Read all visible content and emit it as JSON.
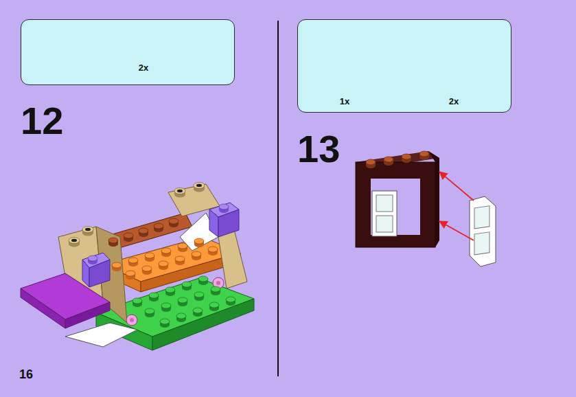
{
  "diagram": {
    "nodes": [
      {
        "text": [
          "2x"
        ]
      },
      {
        "text": [
          "1x",
          "2x"
        ]
      }
    ],
    "labels": [
      "12",
      "16",
      "13"
    ]
  }
}
